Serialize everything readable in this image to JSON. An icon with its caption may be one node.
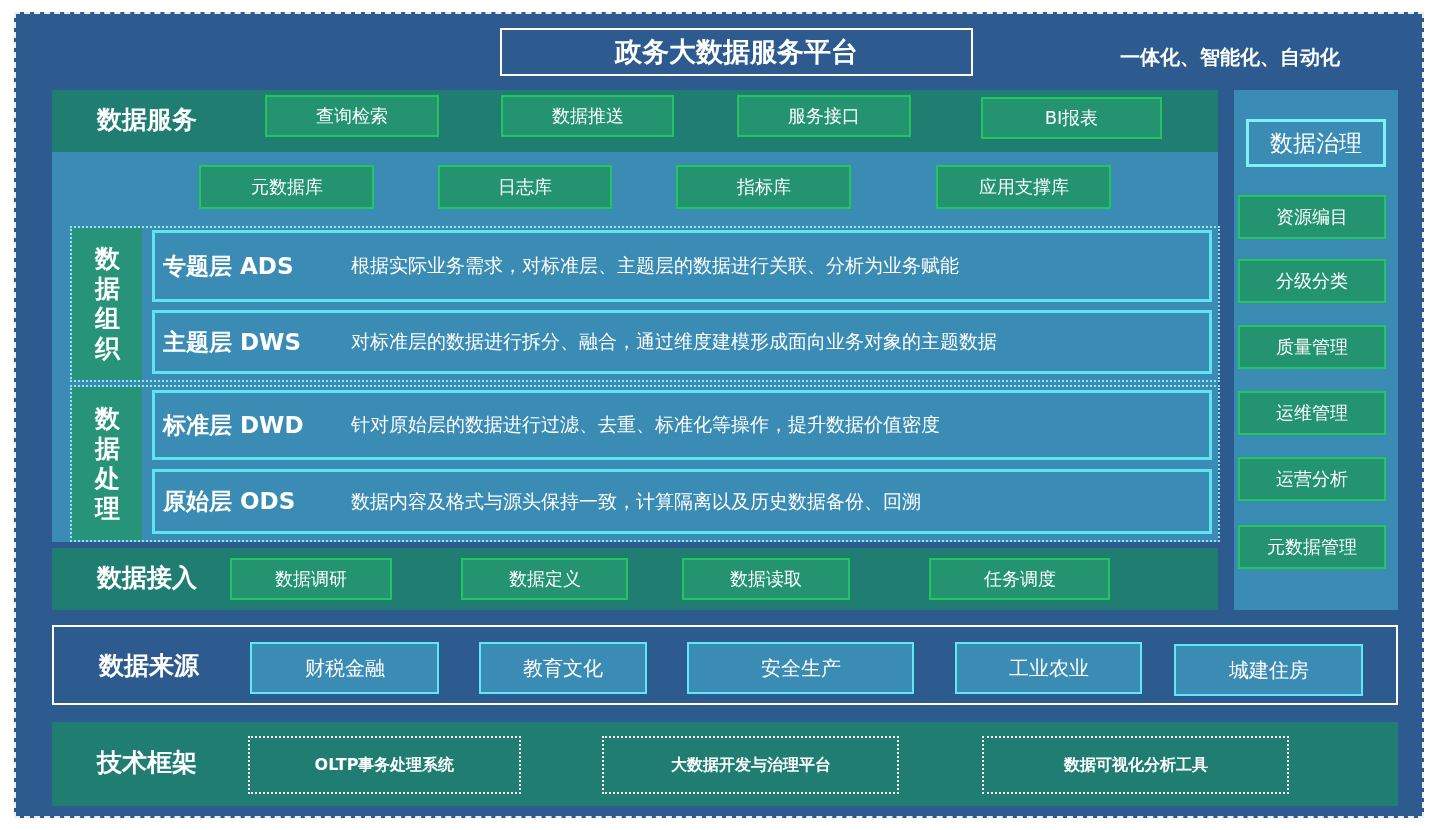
{
  "diagram": {
    "title": "政务大数据服务平台",
    "labels": [
      "一体化、智能化、自动化"
    ],
    "nodes": [
      {
        "text": [
          "数据服务"
        ]
      },
      {
        "text": [
          "查询检索"
        ],
        "in": 0
      },
      {
        "text": [
          "数据推送"
        ],
        "in": 0
      },
      {
        "text": [
          "服务接口"
        ],
        "in": 0
      },
      {
        "text": [
          "BI报表"
        ],
        "in": 0
      },
      {
        "text": [],
        "shape": "box"
      },
      {
        "text": [
          "元数据库"
        ],
        "in": 5
      },
      {
        "text": [
          "日志库"
        ],
        "in": 5
      },
      {
        "text": [
          "指标库"
        ],
        "in": 5
      },
      {
        "text": [
          "应用支撑库"
        ],
        "in": 5
      },
      {
        "text": [
          "数据组织"
        ],
        "in": 5
      },
      {
        "text": [
          "专题层 ADS",
          "根据实际业务需求，对标准层、主题层的数据进行关联、分析为业务赋能"
        ],
        "in": 10
      },
      {
        "text": [
          "主题层 DWS",
          "对标准层的数据进行拆分、融合，通过维度建模形成面向业务对象的主题数据"
        ],
        "in": 10
      },
      {
        "text": [
          "数据处理"
        ],
        "in": 5
      },
      {
        "text": [
          "标准层 DWD",
          "针对原始层的数据进行过滤、去重、标准化等操作，提升数据价值密度"
        ],
        "in": 13
      },
      {
        "text": [
          "原始层 ODS",
          "数据内容及格式与源头保持一致，计算隔离以及历史数据备份、回溯"
        ],
        "in": 13
      },
      {
        "text": [
          "数据接入"
        ]
      },
      {
        "text": [
          "数据调研"
        ],
        "in": 16
      },
      {
        "text": [
          "数据定义"
        ],
        "in": 16
      },
      {
        "text": [
          "数据读取"
        ],
        "in": 16
      },
      {
        "text": [
          "任务调度"
        ],
        "in": 16
      },
      {
        "text": [],
        "shape": "box"
      },
      {
        "text": [
          "数据治理"
        ],
        "in": 21
      },
      {
        "text": [
          "资源编目"
        ],
        "in": 21
      },
      {
        "text": [
          "分级分类"
        ],
        "in": 21
      },
      {
        "text": [
          "质量管理"
        ],
        "in": 21
      },
      {
        "text": [
          "运维管理"
        ],
        "in": 21
      },
      {
        "text": [
          "运营分析"
        ],
        "in": 21
      },
      {
        "text": [
          "元数据管理"
        ],
        "in": 21
      },
      {
        "text": [
          "数据来源"
        ]
      },
      {
        "text": [
          "财税金融"
        ],
        "in": 29
      },
      {
        "text": [
          "教育文化"
        ],
        "in": 29
      },
      {
        "text": [
          "安全生产"
        ],
        "in": 29
      },
      {
        "text": [
          "工业农业"
        ],
        "in": 29
      },
      {
        "text": [
          "城建住房"
        ],
        "in": 29
      },
      {
        "text": [
          "技术框架"
        ]
      },
      {
        "text": [
          "OLTP事务处理系统"
        ],
        "in": 35
      },
      {
        "text": [
          "大数据开发与治理平台"
        ],
        "in": 35
      },
      {
        "text": [
          "数据可视化分析工具"
        ],
        "in": 35
      }
    ]
  }
}
